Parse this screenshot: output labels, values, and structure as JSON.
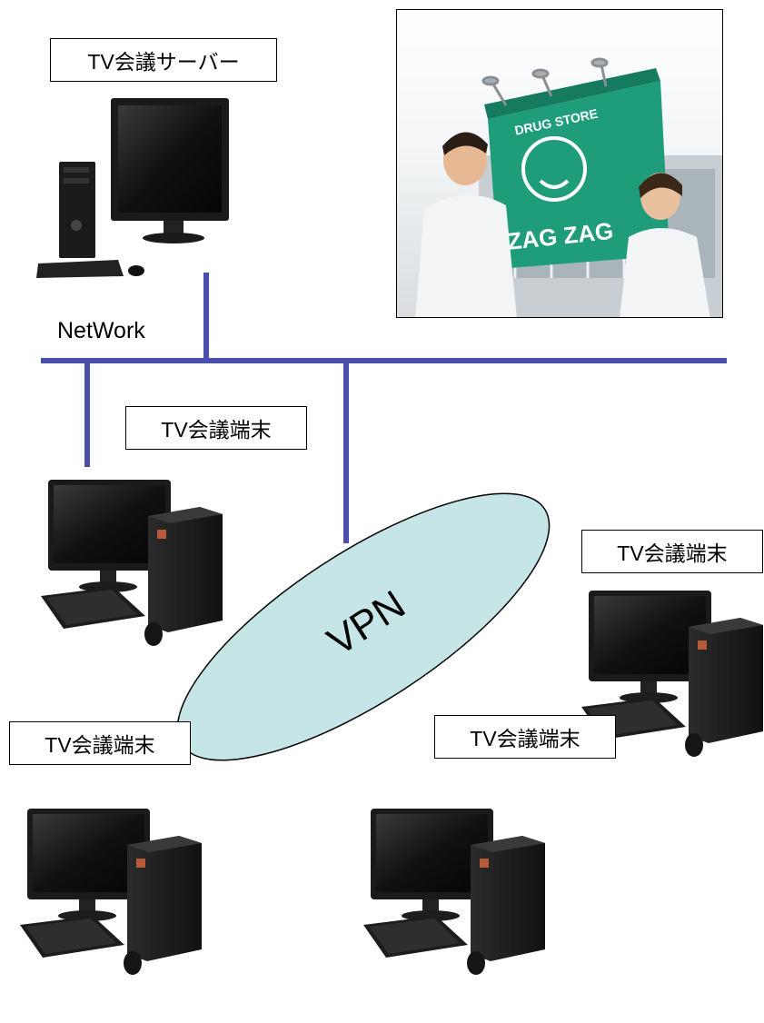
{
  "labels": {
    "server": "TV会議サーバー",
    "network": "NetWork",
    "vpn": "VPN",
    "terminal_1": "TV会議端末",
    "terminal_2": "TV会議端末",
    "terminal_3": "TV会議端末",
    "terminal_4": "TV会議端末"
  },
  "photo": {
    "store_sign_top": "DRUG STORE",
    "store_sign_bottom": "ZAG ZAG"
  },
  "colors": {
    "network_line": "#4a4fad",
    "vpn_fill": "#c6e5e6",
    "sign_green": "#1f9d7b"
  }
}
